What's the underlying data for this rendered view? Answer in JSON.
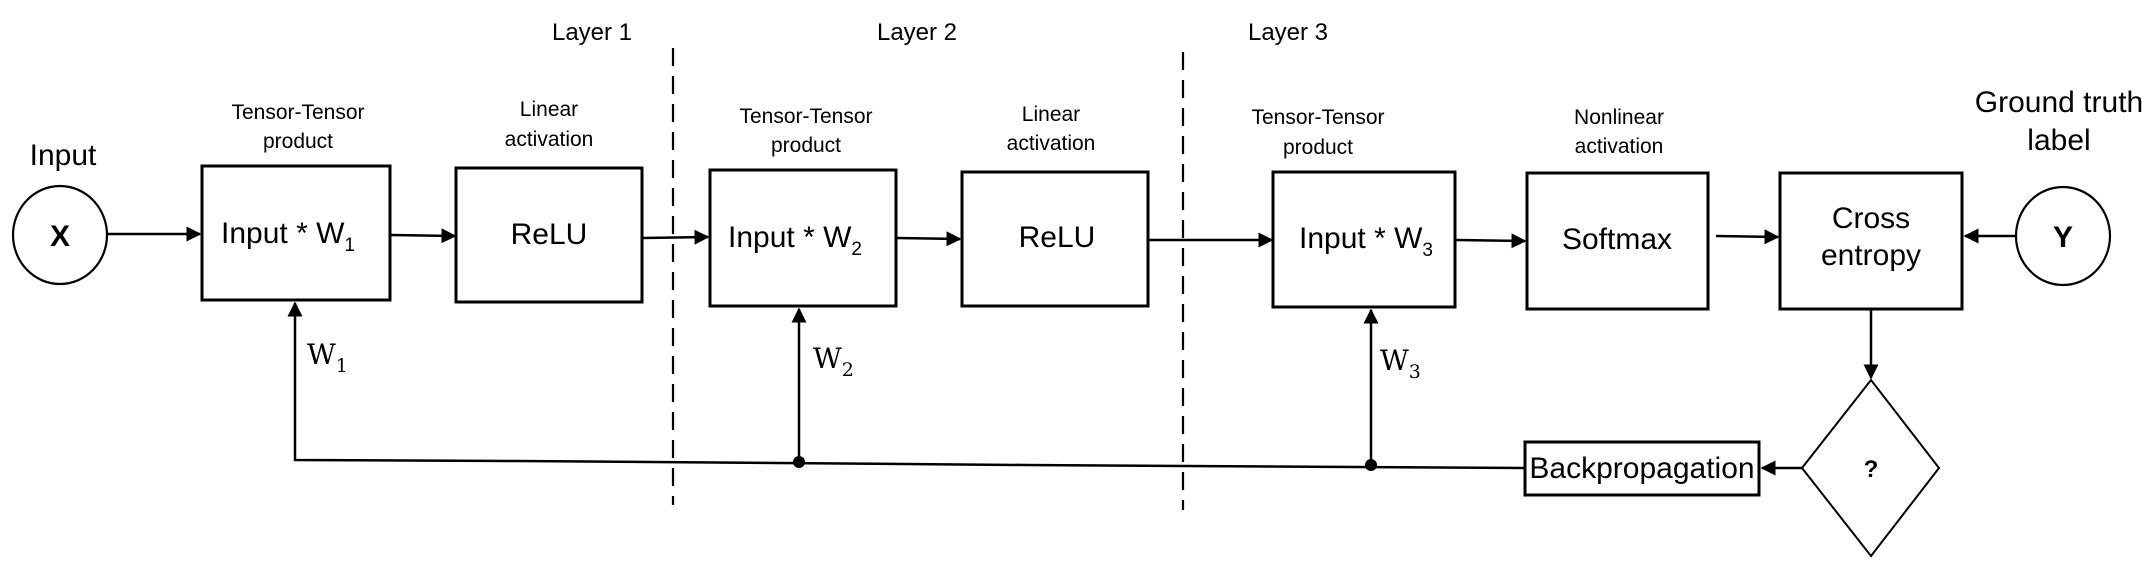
{
  "layers": [
    {
      "label": "Layer 1"
    },
    {
      "label": "Layer 2"
    },
    {
      "label": "Layer 3"
    }
  ],
  "input": {
    "caption": "Input",
    "symbol": "X"
  },
  "ground_truth": {
    "caption_line1": "Ground truth",
    "caption_line2": "label",
    "symbol": "Y"
  },
  "blocks": {
    "matmul1": {
      "caption_line1": "Tensor-Tensor",
      "caption_line2": "product",
      "text": "Input * W",
      "subscript": "1"
    },
    "relu1": {
      "caption_line1": "Linear",
      "caption_line2": "activation",
      "text": "ReLU"
    },
    "matmul2": {
      "caption_line1": "Tensor-Tensor",
      "caption_line2": "product",
      "text": "Input * W",
      "subscript": "2"
    },
    "relu2": {
      "caption_line1": "Linear",
      "caption_line2": "activation",
      "text": "ReLU"
    },
    "matmul3": {
      "caption_line1": "Tensor-Tensor",
      "caption_line2": "product",
      "text": "Input * W",
      "subscript": "3"
    },
    "softmax": {
      "caption_line1": "Nonlinear",
      "caption_line2": "activation",
      "text": "Softmax"
    },
    "loss": {
      "text_line1": "Cross",
      "text_line2": "entropy"
    },
    "decision": {
      "text": "?"
    },
    "backprop": {
      "text": "Backpropagation"
    }
  },
  "weights": [
    {
      "base": "W",
      "subscript": "1"
    },
    {
      "base": "W",
      "subscript": "2"
    },
    {
      "base": "W",
      "subscript": "3"
    }
  ]
}
